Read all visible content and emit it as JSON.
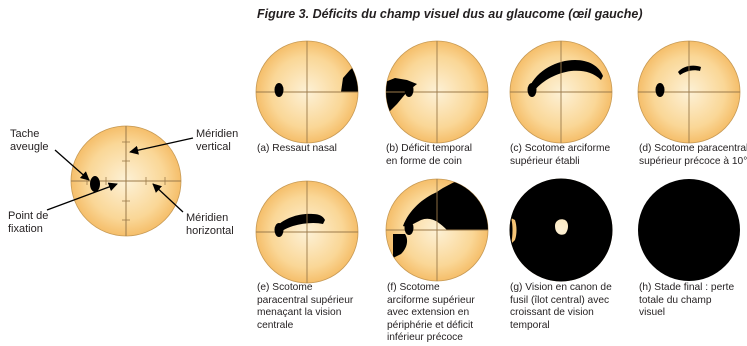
{
  "title": "Figure 3. Déficits du champ visuel dus au glaucome (œil gauche)",
  "legend_labels": {
    "blind_spot": [
      "Tache",
      "aveugle"
    ],
    "vertical_meridian": [
      "Méridien",
      "vertical"
    ],
    "fixation_point": [
      "Point de",
      "fixation"
    ],
    "horizontal_meridian": [
      "Méridien",
      "horizontal"
    ]
  },
  "colors": {
    "field_fill_light": "#fdf1d6",
    "field_fill_dark": "#f5be6a",
    "grid_line": "#9b7a4a",
    "defect": "#000000",
    "arrow": "#000000"
  },
  "panels": [
    {
      "caption": [
        "(a) Ressaut nasal"
      ]
    },
    {
      "caption": [
        "(b) Déficit temporal",
        "en forme de coin"
      ]
    },
    {
      "caption": [
        "(c) Scotome arciforme",
        "supérieur établi"
      ]
    },
    {
      "caption": [
        "(d) Scotome paracentral",
        "supérieur précoce à 10°"
      ]
    },
    {
      "caption": [
        "(e) Scotome",
        "paracentral supérieur",
        "menaçant la vision",
        "centrale"
      ]
    },
    {
      "caption": [
        "(f) Scotome",
        "arciforme supérieur",
        "avec extension en",
        "périphérie et déficit",
        "inférieur précoce"
      ]
    },
    {
      "caption": [
        "(g) Vision en canon de",
        "fusil (îlot central) avec",
        "croissant de vision",
        "temporal"
      ]
    },
    {
      "caption": [
        "(h) Stade final : perte",
        "totale du champ",
        "visuel"
      ]
    }
  ]
}
